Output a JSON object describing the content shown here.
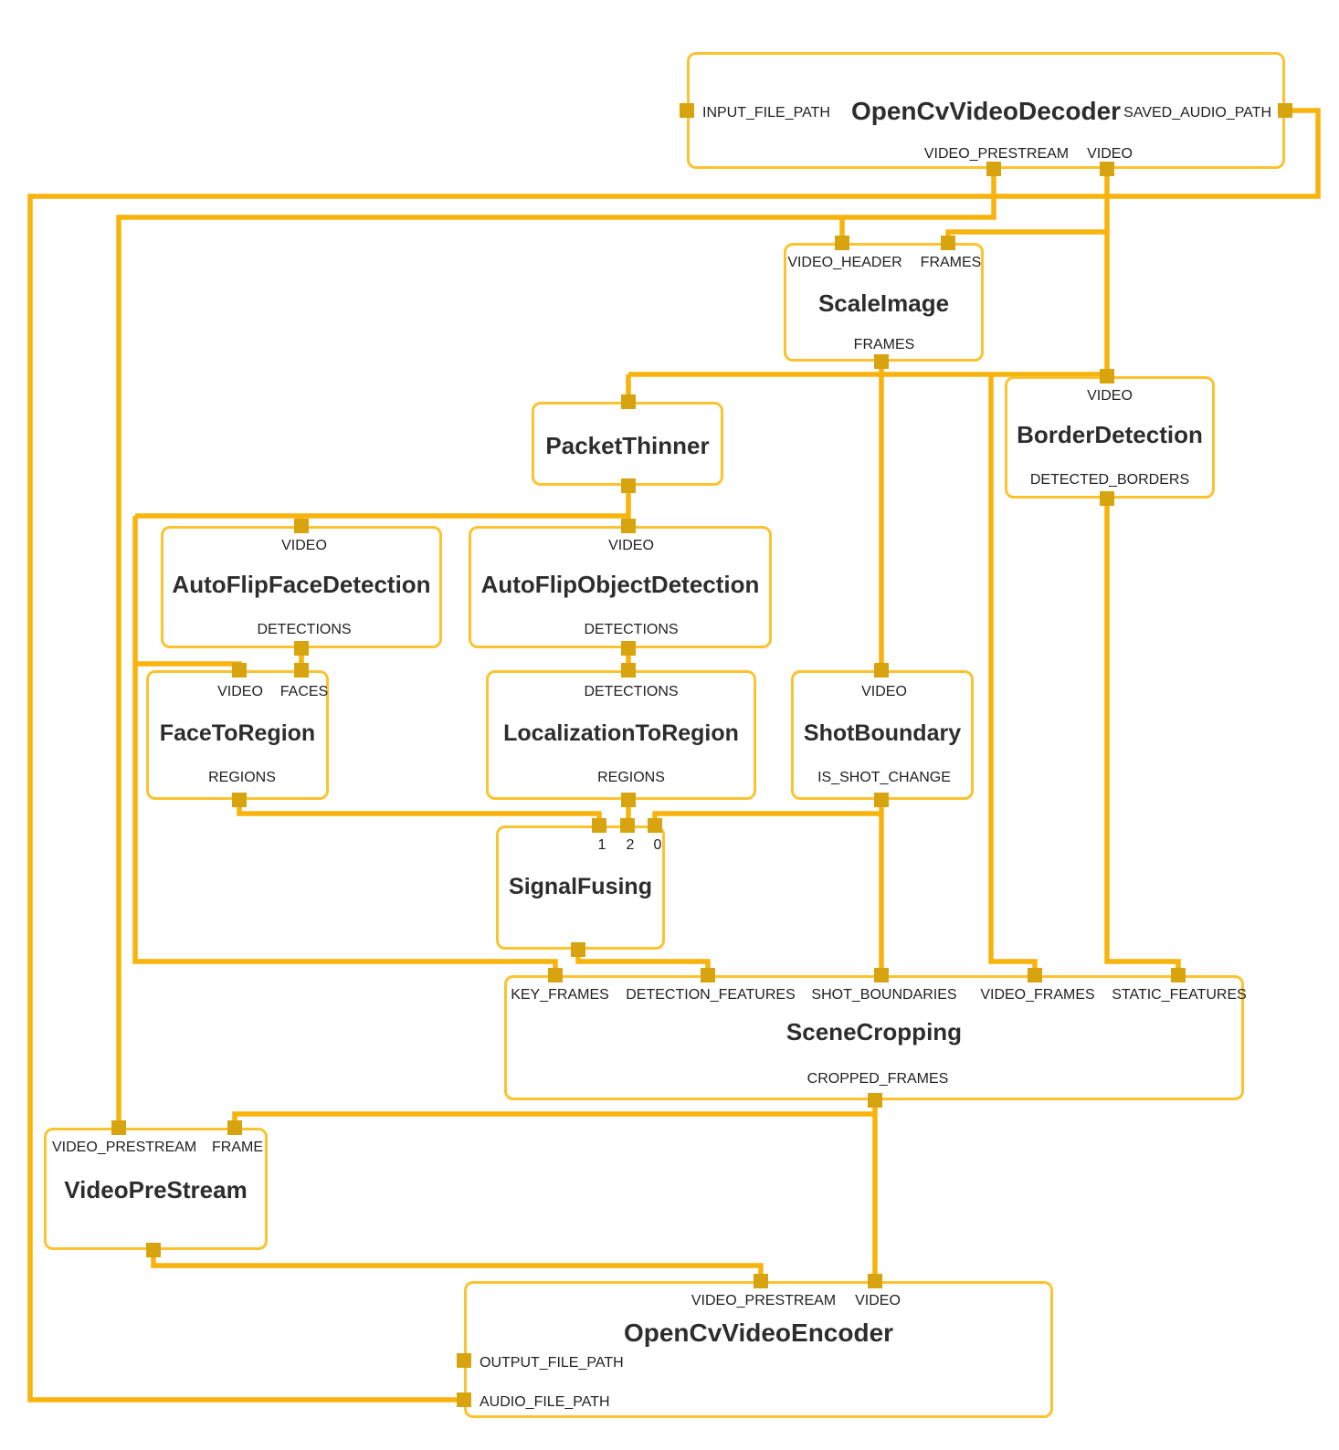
{
  "theme": {
    "edge-color": "#F8B30C",
    "node-border-color": "#FCC32F",
    "port-color": "#D7A410",
    "text-color": "#1f1f1f",
    "title-color": "#2d2d2d",
    "bg-color": "#ffffff"
  },
  "nodes": {
    "decoder": {
      "title": "OpenCvVideoDecoder",
      "ports": {
        "input_file_path": "INPUT_FILE_PATH",
        "saved_audio_path": "SAVED_AUDIO_PATH",
        "video_prestream": "VIDEO_PRESTREAM",
        "video": "VIDEO"
      }
    },
    "scale_image": {
      "title": "ScaleImage",
      "ports": {
        "video_header": "VIDEO_HEADER",
        "frames_in": "FRAMES",
        "frames_out": "FRAMES"
      }
    },
    "packet_thinner": {
      "title": "PacketThinner"
    },
    "border_detection": {
      "title": "BorderDetection",
      "ports": {
        "video": "VIDEO",
        "detected_borders": "DETECTED_BORDERS"
      }
    },
    "face_detection": {
      "title": "AutoFlipFaceDetection",
      "ports": {
        "video": "VIDEO",
        "detections": "DETECTIONS"
      }
    },
    "object_detection": {
      "title": "AutoFlipObjectDetection",
      "ports": {
        "video": "VIDEO",
        "detections": "DETECTIONS"
      }
    },
    "face_to_region": {
      "title": "FaceToRegion",
      "ports": {
        "video": "VIDEO",
        "faces": "FACES",
        "regions": "REGIONS"
      }
    },
    "localization_to_region": {
      "title": "LocalizationToRegion",
      "ports": {
        "detections": "DETECTIONS",
        "regions": "REGIONS"
      }
    },
    "shot_boundary": {
      "title": "ShotBoundary",
      "ports": {
        "video": "VIDEO",
        "is_shot_change": "IS_SHOT_CHANGE"
      }
    },
    "signal_fusing": {
      "title": "SignalFusing",
      "ports": {
        "in1": "1",
        "in2": "2",
        "in0": "0"
      }
    },
    "scene_cropping": {
      "title": "SceneCropping",
      "ports": {
        "key_frames": "KEY_FRAMES",
        "detection_features": "DETECTION_FEATURES",
        "shot_boundaries": "SHOT_BOUNDARIES",
        "video_frames": "VIDEO_FRAMES",
        "static_features": "STATIC_FEATURES",
        "cropped_frames": "CROPPED_FRAMES"
      }
    },
    "video_prestream": {
      "title": "VideoPreStream",
      "ports": {
        "video_prestream": "VIDEO_PRESTREAM",
        "frame": "FRAME"
      }
    },
    "encoder": {
      "title": "OpenCvVideoEncoder",
      "ports": {
        "video_prestream": "VIDEO_PRESTREAM",
        "video": "VIDEO",
        "output_file_path": "OUTPUT_FILE_PATH",
        "audio_file_path": "AUDIO_FILE_PATH"
      }
    }
  }
}
